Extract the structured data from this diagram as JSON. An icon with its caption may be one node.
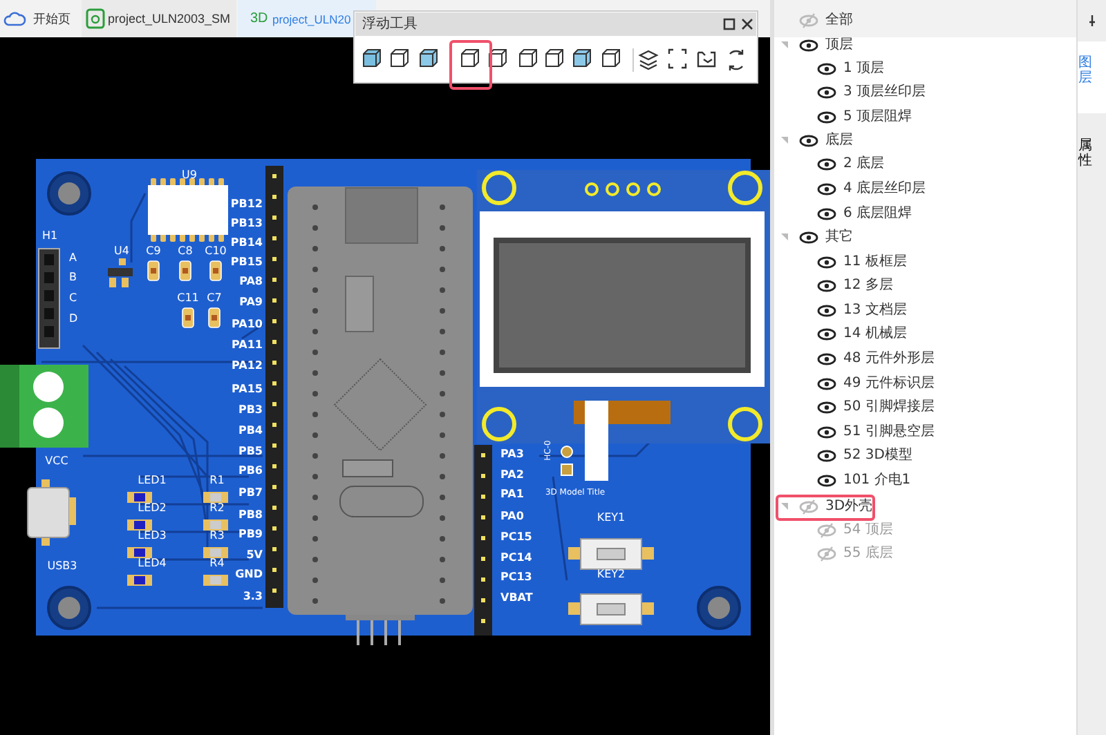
{
  "diagram": {
    "labels": [
      "开始页",
      "project_ULN2003_SM",
      "3D",
      "project_ULN20",
      "浮动工具",
      "U9",
      "H1",
      "A",
      "B",
      "C",
      "D",
      "U4",
      "C9",
      "C8",
      "C10",
      "C11",
      "C7",
      "PB12",
      "PB13",
      "PB14",
      "PB15",
      "PA8",
      "PA9",
      "PA10",
      "PA11",
      "PA12",
      "PA15",
      "PB3",
      "PB4",
      "PB5",
      "PB6",
      "PB7",
      "PB8",
      "PB9",
      "5V",
      "GND",
      "3.3",
      "VCC",
      "USB3",
      "LED1",
      "R1",
      "LED2",
      "R2",
      "LED3",
      "R3",
      "LED4",
      "R4",
      "HC-0",
      "PA3",
      "PA2",
      "PA1",
      "PA0",
      "PC15",
      "PC14",
      "PC13",
      "VBAT",
      "3D Model Title",
      "KEY1",
      "KEY2",
      "全部",
      "顶层",
      "1 顶层",
      "3 顶层丝印层",
      "5 顶层阻焊",
      "底层",
      "2 底层",
      "4 底层丝印层",
      "6 底层阻焊",
      "其它",
      "11 板框层",
      "12 多层",
      "13 文档层",
      "14 机械层",
      "48 元件外形层",
      "49 元件标识层",
      "50 引脚焊接层",
      "51 引脚悬空层",
      "52 3D模型",
      "101 介电1",
      "3D外壳",
      "54 顶层",
      "55 底层",
      "图层",
      "属性"
    ]
  }
}
